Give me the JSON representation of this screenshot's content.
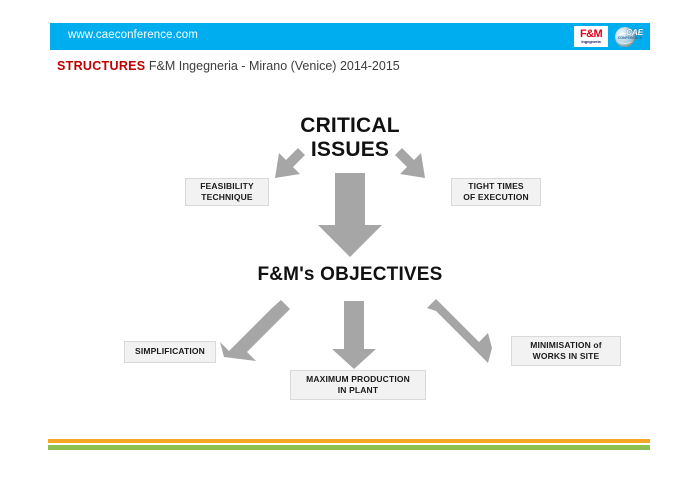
{
  "slide": {
    "header": {
      "url": "www.caeconference.com",
      "bar_color": "#00AEEF",
      "logos": [
        {
          "name": "fm-ingegneria-logo",
          "primary": "F&M",
          "secondary": "Ingegneria",
          "color": "#E3001B"
        },
        {
          "name": "cae-conference-logo",
          "primary": "CAE",
          "secondary": "CONFERENCE",
          "color": "#2A6E9E"
        }
      ]
    },
    "subtitle": {
      "keyword": "STRUCTURES",
      "keyword_color": "#C00000",
      "rest": " F&M Ingegneria - Mirano (Venice) 2014-2015"
    },
    "diagram": {
      "arrow_color": "#A6A6A6",
      "box_fill": "#F2F2F2",
      "nodes": [
        {
          "id": "critical-issues",
          "label": "CRITICAL\nISSUES",
          "line1": "CRITICAL",
          "line2": "ISSUES",
          "type": "title"
        },
        {
          "id": "feasibility-technique",
          "line1": "FEASIBILITY",
          "line2": "TECHNIQUE",
          "type": "box"
        },
        {
          "id": "tight-times-of-execution",
          "line1": "TIGHT TIMES",
          "line2": "OF EXECUTION",
          "type": "box"
        },
        {
          "id": "fm-objectives",
          "line1": "F&M's OBJECTIVES",
          "line2": "",
          "type": "title"
        },
        {
          "id": "simplification",
          "line1": "SIMPLIFICATION",
          "line2": "",
          "type": "box"
        },
        {
          "id": "maximum-production-in-plant",
          "line1": "MAXIMUM PRODUCTION",
          "line2": "IN PLANT",
          "type": "box"
        },
        {
          "id": "minimisation-of-works-in-site",
          "line1": "MINIMISATION of",
          "line2": "WORKS IN SITE",
          "type": "box"
        }
      ],
      "arrows": [
        {
          "id": "arrow-critical-to-feasibility",
          "direction": "down-left"
        },
        {
          "id": "arrow-critical-to-tight-times",
          "direction": "down-right"
        },
        {
          "id": "arrow-critical-to-objectives",
          "direction": "down"
        },
        {
          "id": "arrow-objectives-to-simplification",
          "direction": "down-left"
        },
        {
          "id": "arrow-objectives-to-maximum-production",
          "direction": "down"
        },
        {
          "id": "arrow-objectives-to-minimisation",
          "direction": "down-right"
        }
      ]
    },
    "footer": {
      "line_orange": "#F5A623",
      "line_green": "#8CC152"
    }
  }
}
